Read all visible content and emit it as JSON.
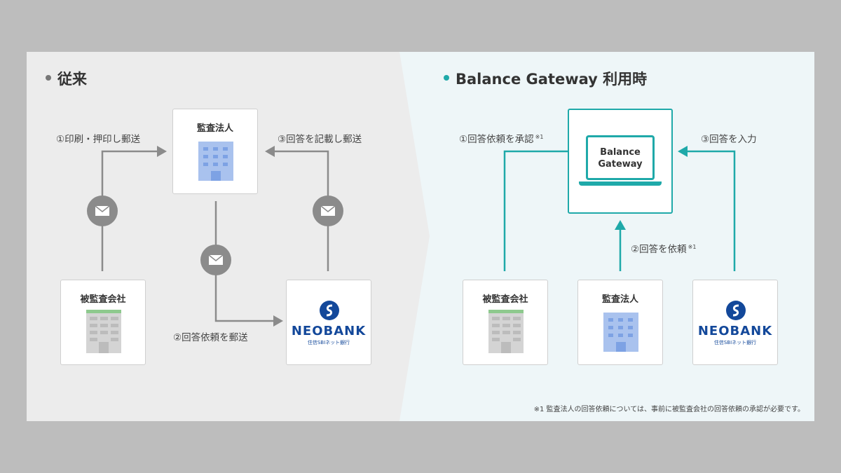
{
  "left": {
    "heading": "従来",
    "boxes": {
      "audit_firm": "監査法人",
      "audited_company": "被監査会社",
      "bank": {
        "name": "NEOBANK",
        "sub": "住信SBIネット銀行"
      }
    },
    "labels": {
      "step1": "①印刷・押印し郵送",
      "step2": "②回答依頼を郵送",
      "step3": "③回答を記載し郵送"
    }
  },
  "right": {
    "heading": "Balance Gateway 利用時",
    "laptop_text": [
      "Balance",
      "Gateway"
    ],
    "boxes": {
      "audited_company": "被監査会社",
      "audit_firm": "監査法人",
      "bank": {
        "name": "NEOBANK",
        "sub": "住信SBIネット銀行"
      }
    },
    "labels": {
      "step1": "①回答依頼を承認",
      "step2": "②回答を依頼",
      "step3": "③回答を入力",
      "note_mark": "※1"
    },
    "footnote": "※1 監査法人の回答依頼については、事前に被監査会社の回答依頼の承認が必要です。"
  },
  "colors": {
    "left_bg": "#ececec",
    "right_bg": "#eef6f8",
    "teal": "#1fa9a9",
    "gray_arrow": "#8b8b8b",
    "building_blue": "#a9c2ee",
    "building_green": "#8ec98e",
    "building_gray": "#cfcfcf",
    "bank_blue": "#13489a"
  },
  "icons": [
    "envelope-icon",
    "building-icon",
    "laptop-icon",
    "neobank-logo"
  ]
}
